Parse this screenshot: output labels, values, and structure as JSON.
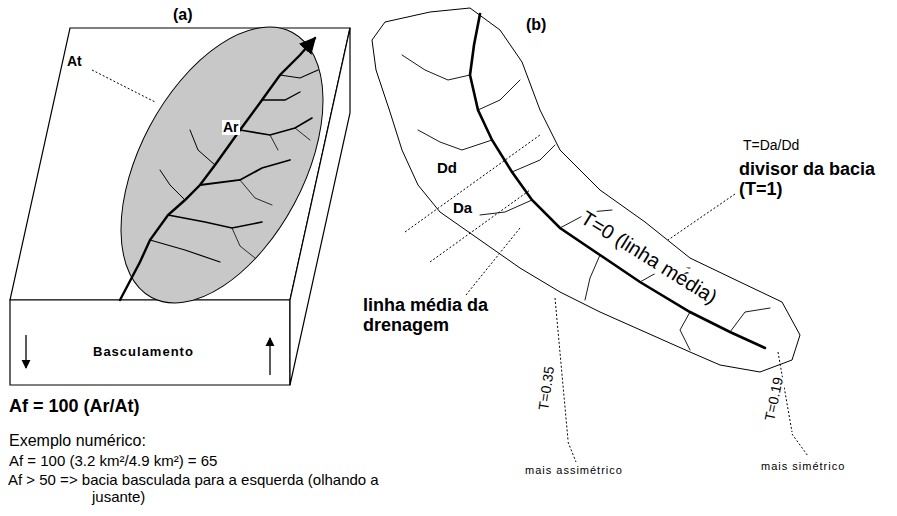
{
  "diagram": {
    "labels": [
      "(a)",
      "At",
      "Ar",
      "Basculamento",
      "Af = 100 (Ar/At)",
      "Exemplo numérico:",
      "Af = 100 (3.2 km²/4.9 km²) = 65",
      "Af > 50 => bacia basculada para a esquerda (olhando a jusante)",
      "(b)",
      "Dd",
      "Da",
      "T=Da/Dd",
      "divisor da bacia (T=1)",
      "linha média da drenagem",
      "T=0 (linha média)",
      "T=0.35",
      "T=0.19",
      "mais assimétrico",
      "mais simétrico"
    ]
  }
}
